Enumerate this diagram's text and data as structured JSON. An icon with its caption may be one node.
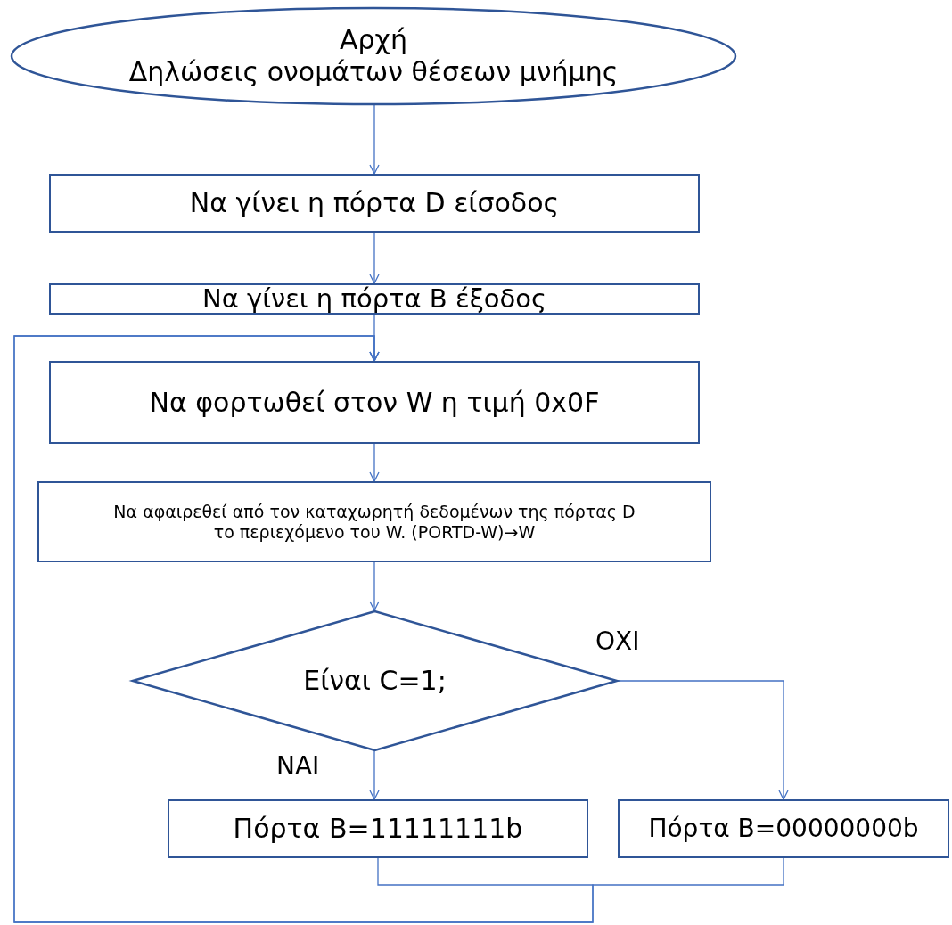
{
  "diagram": {
    "nodes": [
      {
        "text": [
          "Αρχή",
          "Δηλώσεις ονομάτων θέσεων μνήμης"
        ]
      },
      {
        "text": [
          "Να γίνει η πόρτα D είσοδος"
        ]
      },
      {
        "text": [
          "Να γίνει η πόρτα B έξοδος"
        ]
      },
      {
        "text": [
          "Να φορτωθεί στον W η τιμή 0x0F"
        ]
      },
      {
        "text": [
          "Να αφαιρεθεί από τον καταχωρητή δεδομένων της πόρτας D το περιεχόμενο του W. (PORTD-W)→W"
        ]
      },
      {
        "text": [
          "Είναι C=1;"
        ]
      },
      {
        "text": [
          "Πόρτα B=11111111b"
        ]
      },
      {
        "text": [
          "Πόρτα B=00000000b"
        ]
      }
    ],
    "edges": [
      {
        "from": 0,
        "to": 1,
        "arrow": "to"
      },
      {
        "from": 1,
        "to": 2,
        "arrow": "to"
      },
      {
        "from": 2,
        "to": 3,
        "arrow": "to"
      },
      {
        "from": 3,
        "to": 4,
        "arrow": "to"
      },
      {
        "from": 4,
        "to": 5,
        "arrow": "to"
      },
      {
        "from": 5,
        "to": 6,
        "arrow": "to",
        "label": "ΝΑΙ"
      },
      {
        "from": 5,
        "to": 7,
        "arrow": "to",
        "label": "ΟΧΙ"
      },
      {
        "from": 6,
        "to": 3,
        "arrow": "to"
      },
      {
        "from": 7,
        "to": 3,
        "arrow": "to"
      }
    ]
  }
}
